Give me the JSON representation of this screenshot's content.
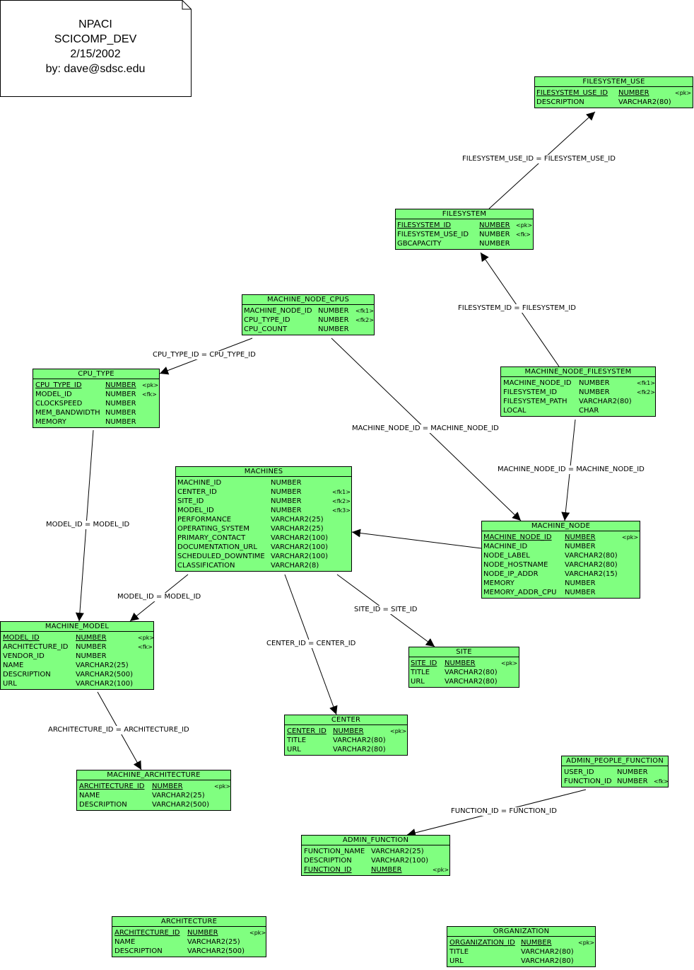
{
  "note": {
    "lines": [
      "NPACI",
      "SCICOMP_DEV",
      "2/15/2002",
      "by: dave@sdsc.edu"
    ]
  },
  "entities": [
    {
      "id": "filesystem_use",
      "title": "FILESYSTEM_USE",
      "columns": [
        {
          "name": "FILESYSTEM_USE_ID",
          "type": "NUMBER",
          "key": "<pk>",
          "pk": true
        },
        {
          "name": "DESCRIPTION",
          "type": "VARCHAR2(80)",
          "key": "",
          "pk": false
        }
      ]
    },
    {
      "id": "filesystem",
      "title": "FILESYSTEM",
      "columns": [
        {
          "name": "FILESYSTEM_ID",
          "type": "NUMBER",
          "key": "<pk>",
          "pk": true
        },
        {
          "name": "FILESYSTEM_USE_ID",
          "type": "NUMBER",
          "key": "<fk>",
          "pk": false
        },
        {
          "name": "GBCAPACITY",
          "type": "NUMBER",
          "key": "",
          "pk": false
        }
      ]
    },
    {
      "id": "machine_node_cpus",
      "title": "MACHINE_NODE_CPUS",
      "columns": [
        {
          "name": "MACHINE_NODE_ID",
          "type": "NUMBER",
          "key": "<fk1>",
          "pk": false
        },
        {
          "name": "CPU_TYPE_ID",
          "type": "NUMBER",
          "key": "<fk2>",
          "pk": false
        },
        {
          "name": "CPU_COUNT",
          "type": "NUMBER",
          "key": "",
          "pk": false
        }
      ]
    },
    {
      "id": "cpu_type",
      "title": "CPU_TYPE",
      "columns": [
        {
          "name": "CPU_TYPE_ID",
          "type": "NUMBER",
          "key": "<pk>",
          "pk": true
        },
        {
          "name": "MODEL_ID",
          "type": "NUMBER",
          "key": "<fk>",
          "pk": false
        },
        {
          "name": "CLOCKSPEED",
          "type": "NUMBER",
          "key": "",
          "pk": false
        },
        {
          "name": "MEM_BANDWIDTH",
          "type": "NUMBER",
          "key": "",
          "pk": false
        },
        {
          "name": "MEMORY",
          "type": "NUMBER",
          "key": "",
          "pk": false
        }
      ]
    },
    {
      "id": "machine_node_filesystem",
      "title": "MACHINE_NODE_FILESYSTEM",
      "columns": [
        {
          "name": "MACHINE_NODE_ID",
          "type": "NUMBER",
          "key": "<fk1>",
          "pk": false
        },
        {
          "name": "FILESYSTEM_ID",
          "type": "NUMBER",
          "key": "<fk2>",
          "pk": false
        },
        {
          "name": "FILESYSTEM_PATH",
          "type": "VARCHAR2(80)",
          "key": "",
          "pk": false
        },
        {
          "name": "LOCAL",
          "type": "CHAR",
          "key": "",
          "pk": false
        }
      ]
    },
    {
      "id": "machines",
      "title": "MACHINES",
      "columns": [
        {
          "name": "MACHINE_ID",
          "type": "NUMBER",
          "key": "",
          "pk": false
        },
        {
          "name": "CENTER_ID",
          "type": "NUMBER",
          "key": "<fk1>",
          "pk": false
        },
        {
          "name": "SITE_ID",
          "type": "NUMBER",
          "key": "<fk2>",
          "pk": false
        },
        {
          "name": "MODEL_ID",
          "type": "NUMBER",
          "key": "<fk3>",
          "pk": false
        },
        {
          "name": "PERFORMANCE",
          "type": "VARCHAR2(25)",
          "key": "",
          "pk": false
        },
        {
          "name": "OPERATING_SYSTEM",
          "type": "VARCHAR2(25)",
          "key": "",
          "pk": false
        },
        {
          "name": "PRIMARY_CONTACT",
          "type": "VARCHAR2(100)",
          "key": "",
          "pk": false
        },
        {
          "name": "DOCUMENTATION_URL",
          "type": "VARCHAR2(100)",
          "key": "",
          "pk": false
        },
        {
          "name": "SCHEDULED_DOWNTIME",
          "type": "VARCHAR2(100)",
          "key": "",
          "pk": false
        },
        {
          "name": "CLASSIFICATION",
          "type": "VARCHAR2(8)",
          "key": "",
          "pk": false
        }
      ]
    },
    {
      "id": "machine_node",
      "title": "MACHINE_NODE",
      "columns": [
        {
          "name": "MACHINE_NODE_ID",
          "type": "NUMBER",
          "key": "<pk>",
          "pk": true
        },
        {
          "name": "MACHINE_ID",
          "type": "NUMBER",
          "key": "",
          "pk": false
        },
        {
          "name": "NODE_LABEL",
          "type": "VARCHAR2(80)",
          "key": "",
          "pk": false
        },
        {
          "name": "NODE_HOSTNAME",
          "type": "VARCHAR2(80)",
          "key": "",
          "pk": false
        },
        {
          "name": "NODE_IP_ADDR",
          "type": "VARCHAR2(15)",
          "key": "",
          "pk": false
        },
        {
          "name": "MEMORY",
          "type": "NUMBER",
          "key": "",
          "pk": false
        },
        {
          "name": "MEMORY_ADDR_CPU",
          "type": "NUMBER",
          "key": "",
          "pk": false
        }
      ]
    },
    {
      "id": "machine_model",
      "title": "MACHINE_MODEL",
      "columns": [
        {
          "name": "MODEL_ID",
          "type": "NUMBER",
          "key": "<pk>",
          "pk": true
        },
        {
          "name": "ARCHITECTURE_ID",
          "type": "NUMBER",
          "key": "<fk>",
          "pk": false
        },
        {
          "name": "VENDOR_ID",
          "type": "NUMBER",
          "key": "",
          "pk": false
        },
        {
          "name": "NAME",
          "type": "VARCHAR2(25)",
          "key": "",
          "pk": false
        },
        {
          "name": "DESCRIPTION",
          "type": "VARCHAR2(500)",
          "key": "",
          "pk": false
        },
        {
          "name": "URL",
          "type": "VARCHAR2(100)",
          "key": "",
          "pk": false
        }
      ]
    },
    {
      "id": "site",
      "title": "SITE",
      "columns": [
        {
          "name": "SITE_ID",
          "type": "NUMBER",
          "key": "<pk>",
          "pk": true
        },
        {
          "name": "TITLE",
          "type": "VARCHAR2(80)",
          "key": "",
          "pk": false
        },
        {
          "name": "URL",
          "type": "VARCHAR2(80)",
          "key": "",
          "pk": false
        }
      ]
    },
    {
      "id": "center",
      "title": "CENTER",
      "columns": [
        {
          "name": "CENTER_ID",
          "type": "NUMBER",
          "key": "<pk>",
          "pk": true
        },
        {
          "name": "TITLE",
          "type": "VARCHAR2(80)",
          "key": "",
          "pk": false
        },
        {
          "name": "URL",
          "type": "VARCHAR2(80)",
          "key": "",
          "pk": false
        }
      ]
    },
    {
      "id": "machine_architecture",
      "title": "MACHINE_ARCHITECTURE",
      "columns": [
        {
          "name": "ARCHITECTURE_ID",
          "type": "NUMBER",
          "key": "<pk>",
          "pk": true
        },
        {
          "name": "NAME",
          "type": "VARCHAR2(25)",
          "key": "",
          "pk": false
        },
        {
          "name": "DESCRIPTION",
          "type": "VARCHAR2(500)",
          "key": "",
          "pk": false
        }
      ]
    },
    {
      "id": "admin_people_function",
      "title": "ADMIN_PEOPLE_FUNCTION",
      "columns": [
        {
          "name": "USER_ID",
          "type": "NUMBER",
          "key": "",
          "pk": false
        },
        {
          "name": "FUNCTION_ID",
          "type": "NUMBER",
          "key": "<fk>",
          "pk": false
        }
      ]
    },
    {
      "id": "admin_function",
      "title": "ADMIN_FUNCTION",
      "columns": [
        {
          "name": "FUNCTION_NAME",
          "type": "VARCHAR2(25)",
          "key": "",
          "pk": false
        },
        {
          "name": "DESCRIPTION",
          "type": "VARCHAR2(100)",
          "key": "",
          "pk": false
        },
        {
          "name": "FUNCTION_ID",
          "type": "NUMBER",
          "key": "<pk>",
          "pk": true
        }
      ]
    },
    {
      "id": "architecture",
      "title": "ARCHITECTURE",
      "columns": [
        {
          "name": "ARCHITECTURE_ID",
          "type": "NUMBER",
          "key": "<pk>",
          "pk": true
        },
        {
          "name": "NAME",
          "type": "VARCHAR2(25)",
          "key": "",
          "pk": false
        },
        {
          "name": "DESCRIPTION",
          "type": "VARCHAR2(500)",
          "key": "",
          "pk": false
        }
      ]
    },
    {
      "id": "organization",
      "title": "ORGANIZATION",
      "columns": [
        {
          "name": "ORGANIZATION_ID",
          "type": "NUMBER",
          "key": "<pk>",
          "pk": true
        },
        {
          "name": "TITLE",
          "type": "VARCHAR2(80)",
          "key": "",
          "pk": false
        },
        {
          "name": "URL",
          "type": "VARCHAR2(80)",
          "key": "",
          "pk": false
        }
      ]
    }
  ],
  "relationships": [
    {
      "id": "r_fsuse",
      "label": "FILESYSTEM_USE_ID = FILESYSTEM_USE_ID"
    },
    {
      "id": "r_fs",
      "label": "FILESYSTEM_ID = FILESYSTEM_ID"
    },
    {
      "id": "r_cputype",
      "label": "CPU_TYPE_ID = CPU_TYPE_ID"
    },
    {
      "id": "r_mn_cpus",
      "label": "MACHINE_NODE_ID = MACHINE_NODE_ID"
    },
    {
      "id": "r_mn_fs",
      "label": "MACHINE_NODE_ID = MACHINE_NODE_ID"
    },
    {
      "id": "r_mn_machines",
      "label": ""
    },
    {
      "id": "r_cpu_model",
      "label": "MODEL_ID = MODEL_ID"
    },
    {
      "id": "r_machines_model",
      "label": "MODEL_ID = MODEL_ID"
    },
    {
      "id": "r_site",
      "label": "SITE_ID = SITE_ID"
    },
    {
      "id": "r_center",
      "label": "CENTER_ID = CENTER_ID"
    },
    {
      "id": "r_arch",
      "label": "ARCHITECTURE_ID = ARCHITECTURE_ID"
    },
    {
      "id": "r_function",
      "label": "FUNCTION_ID = FUNCTION_ID"
    }
  ]
}
